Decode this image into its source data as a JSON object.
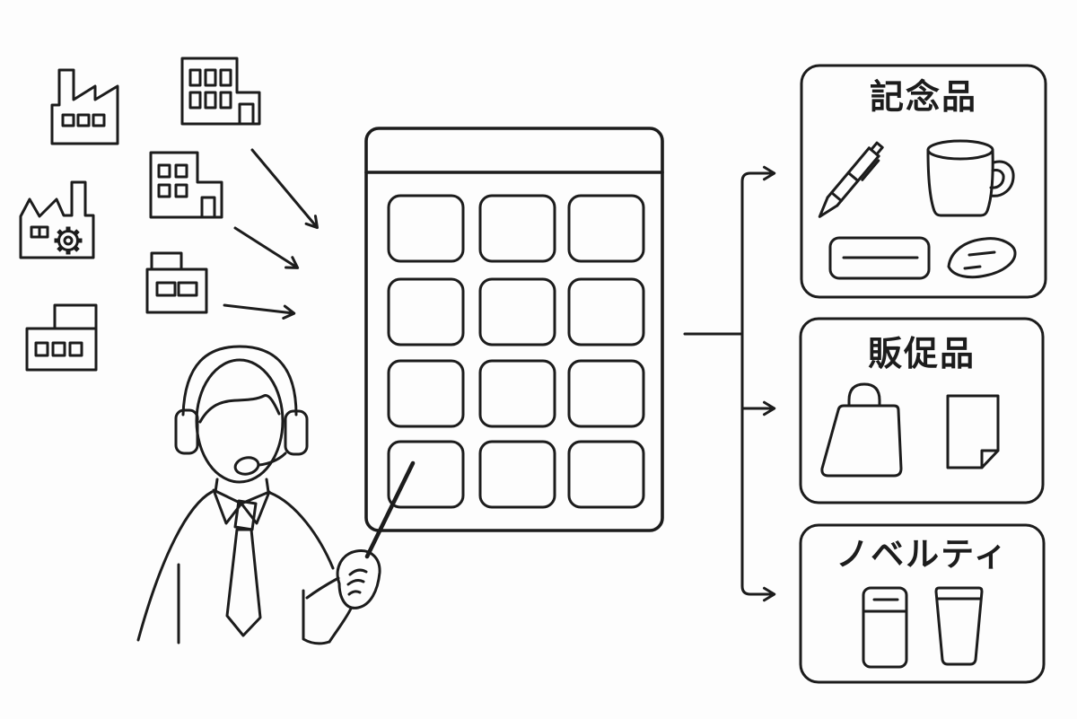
{
  "colors": {
    "ink": "#1c1c1c",
    "background": "#fdfdfd"
  },
  "suppliers": {
    "icons": [
      "factory-sawtooth-chimney-icon",
      "office-building-six-windows-icon",
      "office-building-four-windows-icon",
      "factory-gear-chimney-icon",
      "office-building-two-windows-icon",
      "factory-three-windows-icon"
    ],
    "arrow_count": 3
  },
  "catalog": {
    "grid_rows": 4,
    "grid_columns": 3,
    "header_band": true
  },
  "operator": {
    "icons": [
      "headset-icon",
      "microphone-icon",
      "necktie-icon",
      "pointer-stick-icon"
    ]
  },
  "connector": {
    "branch_count": 3
  },
  "categories": [
    {
      "label": "記念品",
      "icons": [
        "pen-icon",
        "mug-icon",
        "card-icon",
        "leaf-icon"
      ]
    },
    {
      "label": "販促品",
      "icons": [
        "shopping-bag-icon",
        "flyer-icon"
      ]
    },
    {
      "label": "ノベルティ",
      "icons": [
        "wet-wipes-icon",
        "tumbler-cup-icon"
      ]
    }
  ]
}
